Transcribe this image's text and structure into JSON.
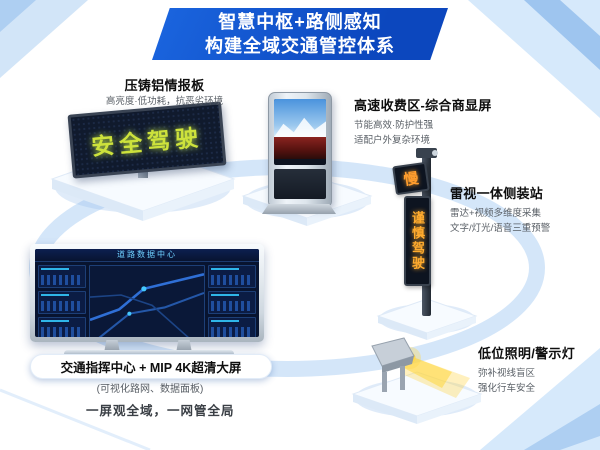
{
  "title": {
    "line1": "智慧中枢+路侧感知",
    "line2": "构建全域交通管控体系"
  },
  "products": {
    "led_board": {
      "name": "压铸铝情报板",
      "desc": "高亮度·低功耗，抗恶劣环境",
      "screen_text": "安全驾驶"
    },
    "kiosk": {
      "name": "高速收费区-综合商显屏",
      "desc1": "节能高效·防护性强",
      "desc2": "适配户外复杂环境"
    },
    "pole_station": {
      "name": "雷视一体侧装站",
      "desc1": "雷达+视频多维度采集",
      "desc2": "文字/灯光/语音三重预警",
      "sign_top": "慢",
      "sign_vertical": "谨慎驾驶"
    },
    "command_center": {
      "name": "交通指挥中心 + MIP 4K超清大屏",
      "desc": "(可视化路网、数据面板)",
      "screen_title": "道路数据中心"
    },
    "warning_light": {
      "name": "低位照明/警示灯",
      "desc1": "弥补视线盲区",
      "desc2": "强化行车安全"
    }
  },
  "footer": {
    "slogan": "一屏观全域，一网管全局"
  },
  "colors": {
    "banner_blue": "#0d4cc2",
    "accent_light_blue": "#d2e5f8",
    "ring_blue": "#cfe3f8",
    "led_text_green": "#cde23c",
    "warn_orange": "#ffa52e"
  }
}
